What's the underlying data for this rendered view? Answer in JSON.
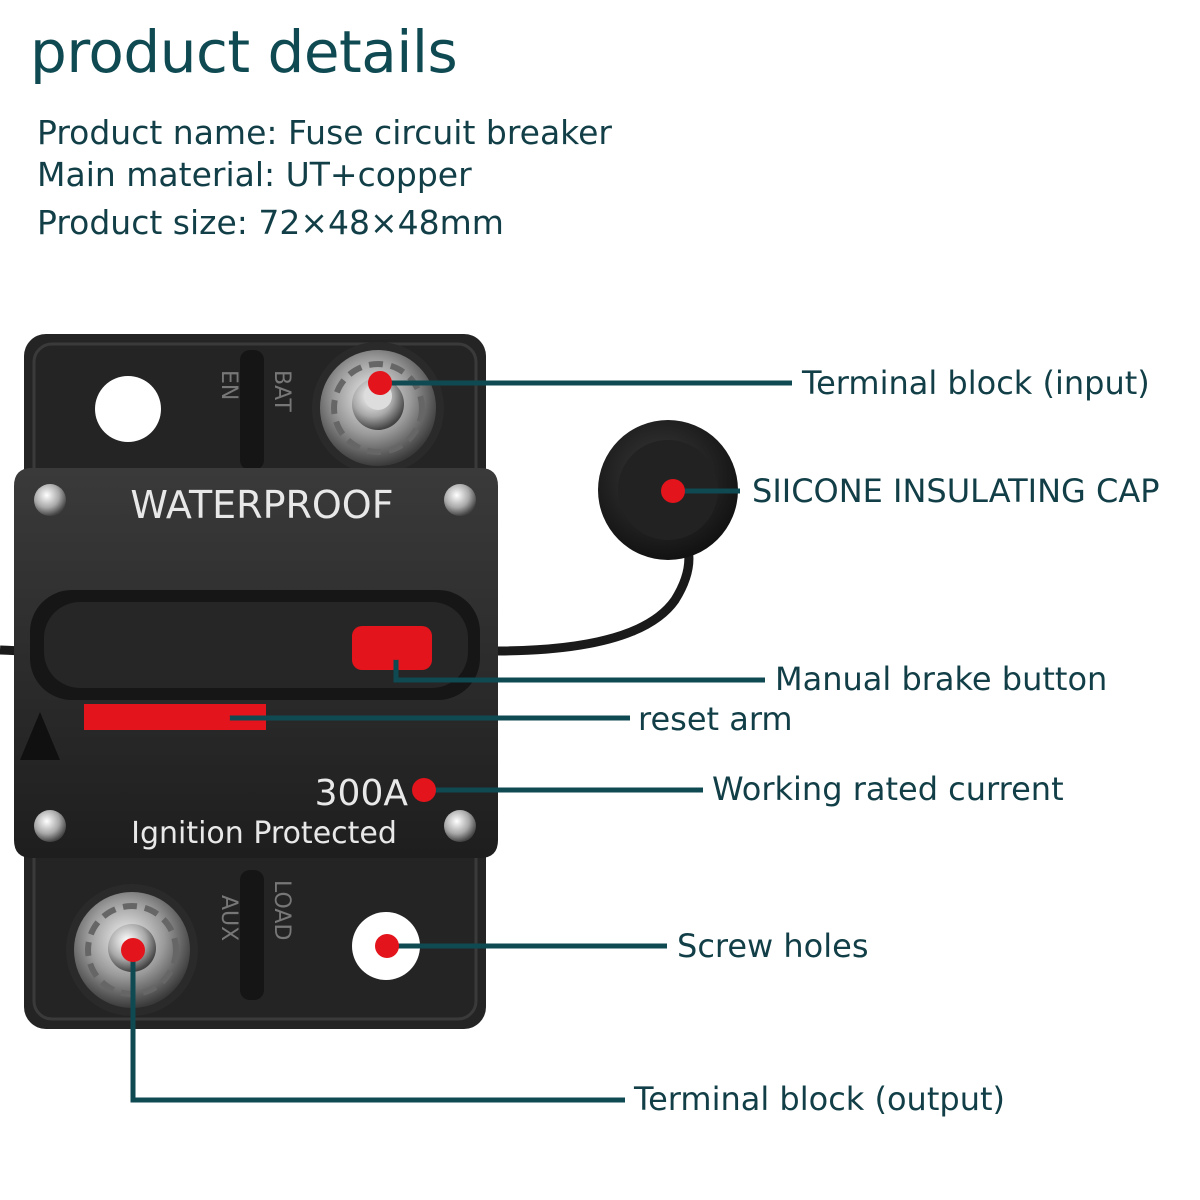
{
  "header": {
    "title": "product details",
    "specs": [
      "Product name: Fuse circuit breaker",
      "Main material: UT+copper",
      "Product size: 72×48×48mm"
    ]
  },
  "device": {
    "cover_text": "WATERPROOF",
    "rating": "300A",
    "subtitle": "Ignition Protected"
  },
  "callouts": [
    "Terminal block (input)",
    "SIICONE INSULATING CAP",
    "Manual brake button",
    "reset arm",
    "Working rated current",
    "Screw holes",
    "Terminal block (output)"
  ],
  "colors": {
    "leader_line": "#0f4a52",
    "marker": "#e3141b",
    "text": "#123f47"
  }
}
